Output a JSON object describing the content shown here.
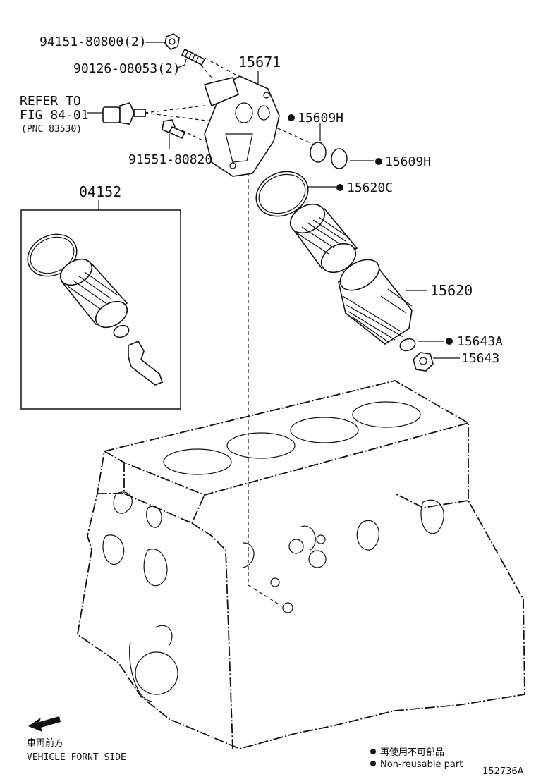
{
  "labels": {
    "nut_2": "94151-80800(2)",
    "stud_2": "90126-08053(2)",
    "bracket": "15671",
    "refer_line1": "REFER TO",
    "refer_line2": "FIG 84-01",
    "refer_line3": "(PNC 83530)",
    "bolt": "91551-80820",
    "oring_a": "15609H",
    "oring_b": "15609H",
    "kit": "04152",
    "gasket": "15620C",
    "cap": "15620",
    "oring_drain": "15643A",
    "drain_plug": "15643"
  },
  "direction": {
    "jp": "車両前方",
    "en": "VEHICLE FORNT SIDE"
  },
  "legend": {
    "jp": "再使用不可部品",
    "en": "Non-reusable part"
  },
  "figure_id": "152736A"
}
